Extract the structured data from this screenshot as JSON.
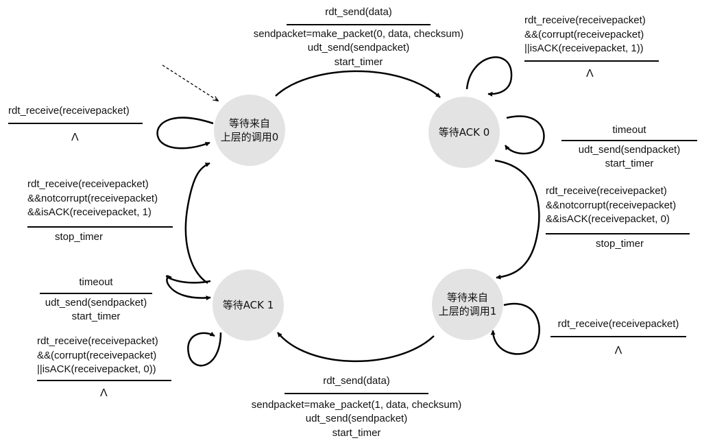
{
  "states": {
    "wait_call_0": [
      "等待来自",
      "上层的调用0"
    ],
    "wait_ack_0": [
      "等待ACK 0"
    ],
    "wait_ack_1": [
      "等待ACK 1"
    ],
    "wait_call_1": [
      "等待来自",
      "上层的调用1"
    ]
  },
  "transitions": {
    "send0": {
      "event": [
        "rdt_send(data)"
      ],
      "actions": [
        "sendpacket=make_packet(0, data, checksum)",
        "udt_send(sendpacket)",
        "start_timer"
      ]
    },
    "ack0_self_corrupt": {
      "event": [
        "rdt_receive(receivepacket)",
        "&&(corrupt(receivepacket)",
        "||isACK(receivepacket, 1))"
      ],
      "actions": [
        "Λ"
      ]
    },
    "ack0_timeout": {
      "event": [
        "timeout"
      ],
      "actions": [
        "udt_send(sendpacket)",
        "start_timer"
      ]
    },
    "ack0_to_call1": {
      "event": [
        "rdt_receive(receivepacket)",
        "&&notcorrupt(receivepacket)",
        "&&isACK(receivepacket, 0)"
      ],
      "actions": [
        "stop_timer"
      ]
    },
    "call1_self": {
      "event": [
        "rdt_receive(receivepacket)"
      ],
      "actions": [
        "Λ"
      ]
    },
    "send1": {
      "event": [
        "rdt_send(data)"
      ],
      "actions": [
        "sendpacket=make_packet(1, data, checksum)",
        "udt_send(sendpacket)",
        "start_timer"
      ]
    },
    "ack1_timeout": {
      "event": [
        "timeout"
      ],
      "actions": [
        "udt_send(sendpacket)",
        "start_timer"
      ]
    },
    "ack1_self_corrupt": {
      "event": [
        "rdt_receive(receivepacket)",
        "&&(corrupt(receivepacket)",
        "||isACK(receivepacket, 0))"
      ],
      "actions": [
        "Λ"
      ]
    },
    "ack1_to_call0": {
      "event": [
        "rdt_receive(receivepacket)",
        "&&notcorrupt(receivepacket)",
        "&&isACK(receivepacket, 1)"
      ],
      "actions": [
        "stop_timer"
      ]
    },
    "call0_self": {
      "event": [
        "rdt_receive(receivepacket)"
      ],
      "actions": [
        "Λ"
      ]
    }
  }
}
